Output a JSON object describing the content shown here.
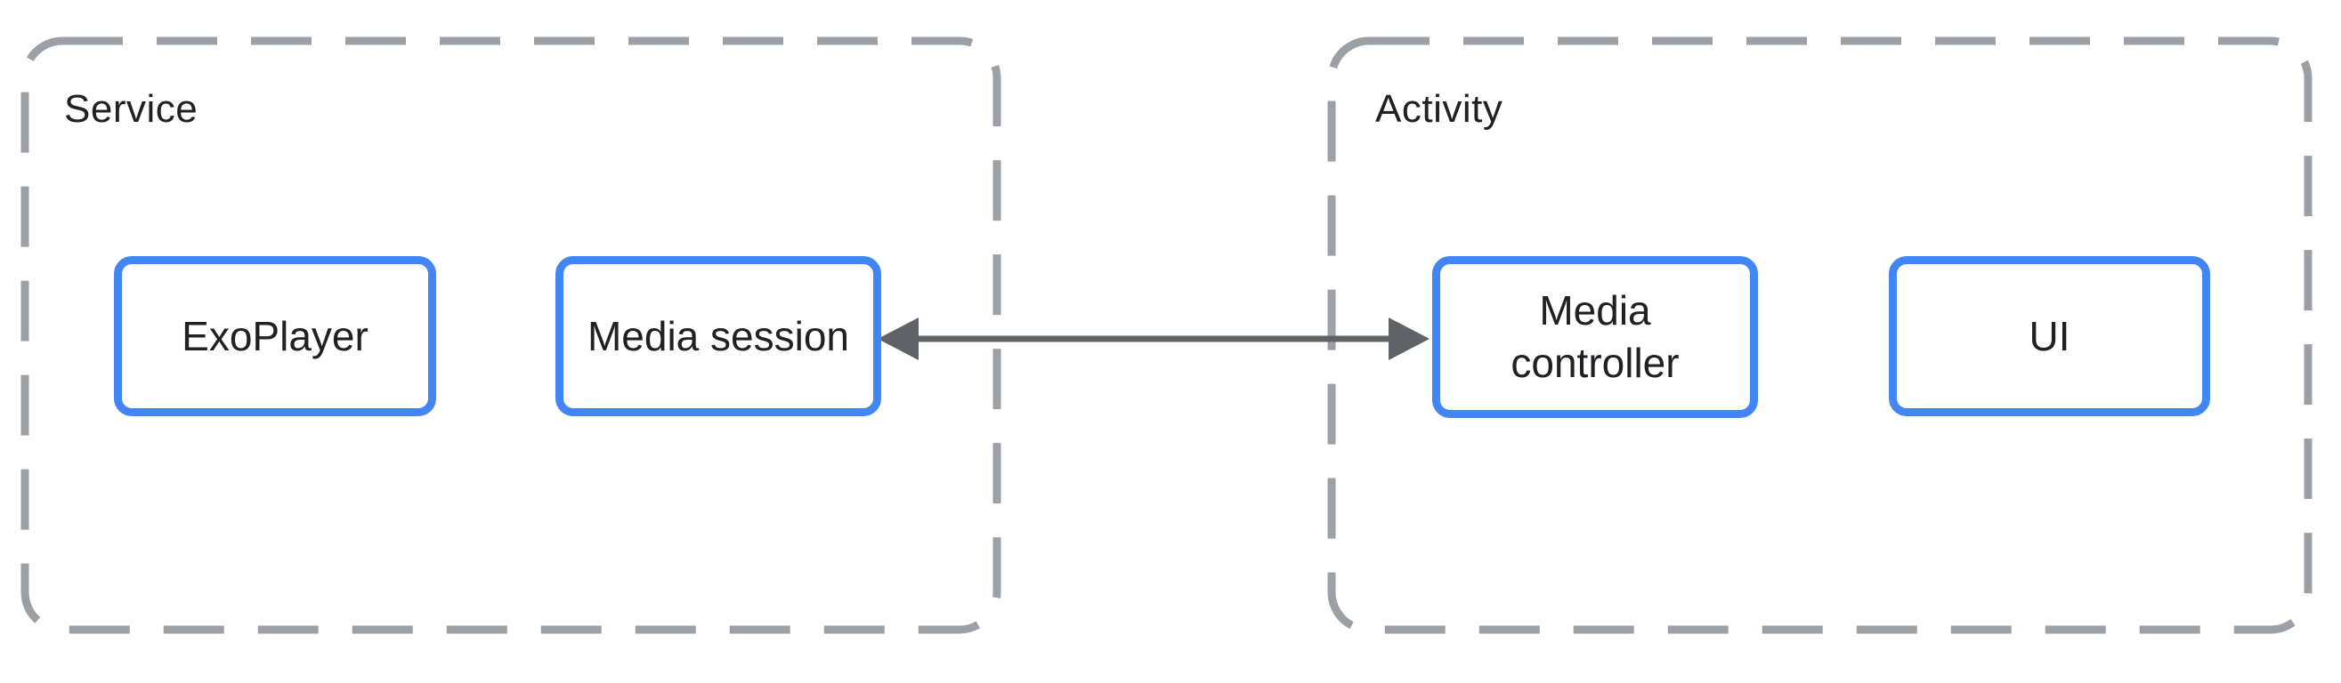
{
  "diagram": {
    "groups": [
      {
        "label": "Service",
        "nodes": [
          {
            "label": "ExoPlayer"
          },
          {
            "label": "Media session"
          }
        ]
      },
      {
        "label": "Activity",
        "nodes": [
          {
            "label": "Media controller"
          },
          {
            "label": "UI"
          }
        ]
      }
    ],
    "connectors": [
      {
        "from": "Media session",
        "to": "Media controller",
        "type": "bidirectional-arrow"
      }
    ],
    "colors": {
      "node_border": "#4285F4",
      "group_outline": "#9AA0A6",
      "arrow": "#5F6368",
      "text": "#202124",
      "background": "#FFFFFF"
    }
  }
}
